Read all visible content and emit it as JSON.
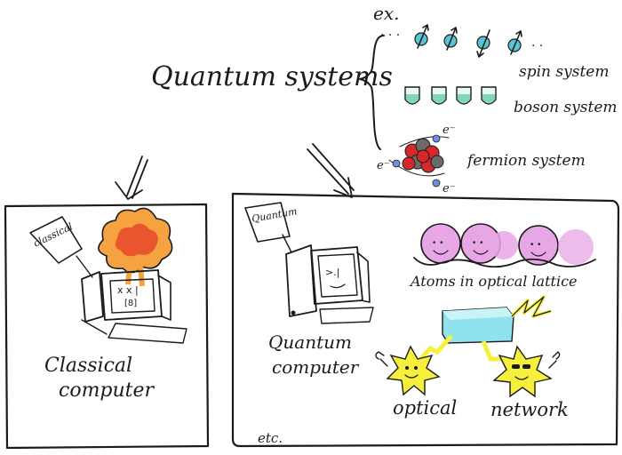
{
  "diagram": {
    "ex_label": "ex.",
    "quantum_systems": "Quantum systems",
    "examples": [
      {
        "label": "spin system"
      },
      {
        "label": "boson system"
      },
      {
        "label": "fermion system"
      }
    ],
    "electron_label": "e⁻",
    "classical_card": "classical",
    "classical_line1": "Classical",
    "classical_line2": "computer",
    "quantum_card": "Quantum",
    "quantum_line1": "Quantum",
    "quantum_line2": "computer",
    "atoms_label": "Atoms in optical lattice",
    "optical_word": "optical",
    "network_word": "network",
    "etc_label": "etc."
  },
  "colors": {
    "spin_ball": "#5bc3d6",
    "boson_fill": "#7fd6b8",
    "proton": "#d62828",
    "neutron": "#6b6b6b",
    "electron": "#6e8fd9",
    "explosion_outer": "#f4a340",
    "explosion_inner": "#e8552e",
    "atom_fill": "#e7a6e6",
    "star_fill": "#f6f03c",
    "crystal_fill": "#8fe3ee"
  },
  "icons": [
    "arrow-down-icon",
    "explosion-icon",
    "computer-icon",
    "atom-icon",
    "laser-icon",
    "star-face-icon",
    "lightning-icon"
  ]
}
